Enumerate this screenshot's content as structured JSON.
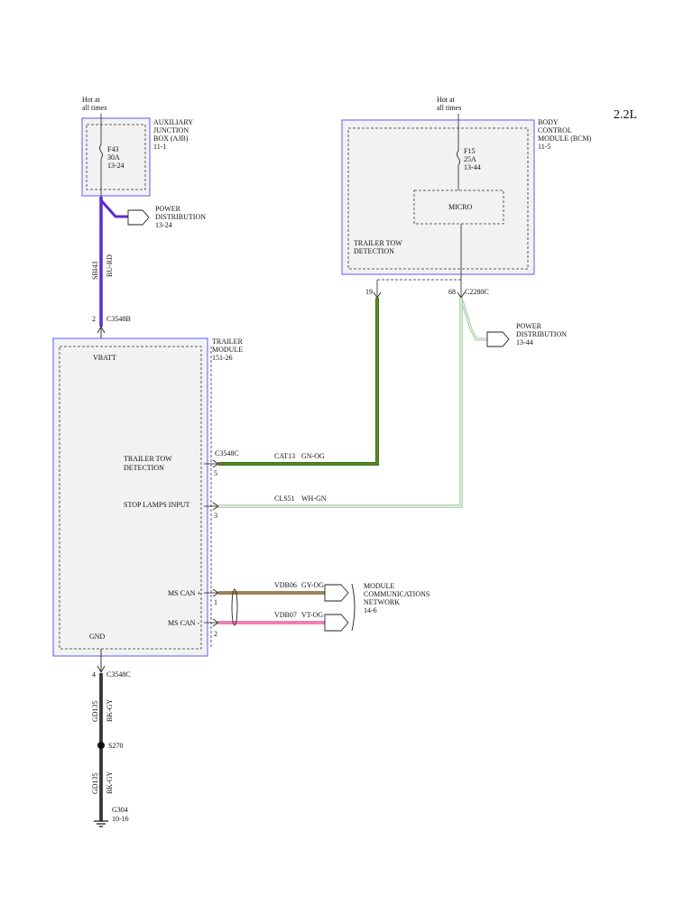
{
  "engine": "2.2L",
  "ajb": {
    "hot_l1": "Hot at",
    "hot_l2": "all times",
    "fuse_l1": "F43",
    "fuse_l2": "30A",
    "fuse_l3": "13-24",
    "name_l1": "AUXILIARY",
    "name_l2": "JUNCTION",
    "name_l3": "BOX (AJB)",
    "name_l4": "11-1"
  },
  "bcm": {
    "hot_l1": "Hot at",
    "hot_l2": "all times",
    "fuse_l1": "F15",
    "fuse_l2": "25A",
    "fuse_l3": "13-44",
    "micro": "MICRO",
    "name_l1": "BODY",
    "name_l2": "CONTROL",
    "name_l3": "MODULE (BCM)",
    "name_l4": "11-5",
    "ttd_l1": "TRAILER TOW",
    "ttd_l2": "DETECTION",
    "pin_19": "19",
    "pin_68": "68",
    "connector": "C2280C"
  },
  "power_dist_1": {
    "l1": "POWER",
    "l2": "DISTRIBUTION",
    "l3": "13-24"
  },
  "power_dist_2": {
    "l1": "POWER",
    "l2": "DISTRIBUTION",
    "l3": "13-44"
  },
  "wire_sbi": {
    "circuit": "SBI43",
    "color": "BU-RD"
  },
  "connector_c3548b": {
    "pin": "2",
    "name": "C3548B"
  },
  "trailer_module": {
    "name_l1": "TRAILER",
    "name_l2": "MODULE",
    "name_l3": "151-26",
    "vbatt": "VBATT",
    "ttd_l1": "TRAILER TOW",
    "ttd_l2": "DETECTION",
    "stop_lamps": "STOP LAMPS INPUT",
    "ms_can_plus": "MS CAN +",
    "ms_can_minus": "MS CAN -",
    "gnd": "GND"
  },
  "connector_c3548c": {
    "name": "C3548C",
    "pin5": "5",
    "pin3": "3",
    "pin1": "1",
    "pin2": "2"
  },
  "wire_cat13": {
    "circuit": "CAT13",
    "color": "GN-OG"
  },
  "wire_cls51": {
    "circuit": "CLS51",
    "color": "WH-GN"
  },
  "wire_vdb06": {
    "circuit": "VDB06",
    "color": "GY-OG"
  },
  "wire_vdb07": {
    "circuit": "VDB07",
    "color": "VT-OG"
  },
  "mcn": {
    "l1": "MODULE",
    "l2": "COMMUNICATIONS",
    "l3": "NETWORK",
    "l4": "14-6"
  },
  "ground": {
    "pin": "4",
    "connector": "C3548C",
    "circuit_a": "GD135",
    "color_a": "BK-GY",
    "splice": "S270",
    "circuit_b": "GD135",
    "color_b": "BK-GY",
    "g_l1": "G304",
    "g_l2": "10-16"
  },
  "colors": {
    "bu_rd": "#5b2bd1",
    "gn_og": "#2f7a1a",
    "wh_gn": "#9cc79c",
    "gy_og": "#9a8258",
    "vt_og": "#ee7fb5",
    "module_border": "#5a5aff",
    "module_fill": "#f2f2f2"
  }
}
